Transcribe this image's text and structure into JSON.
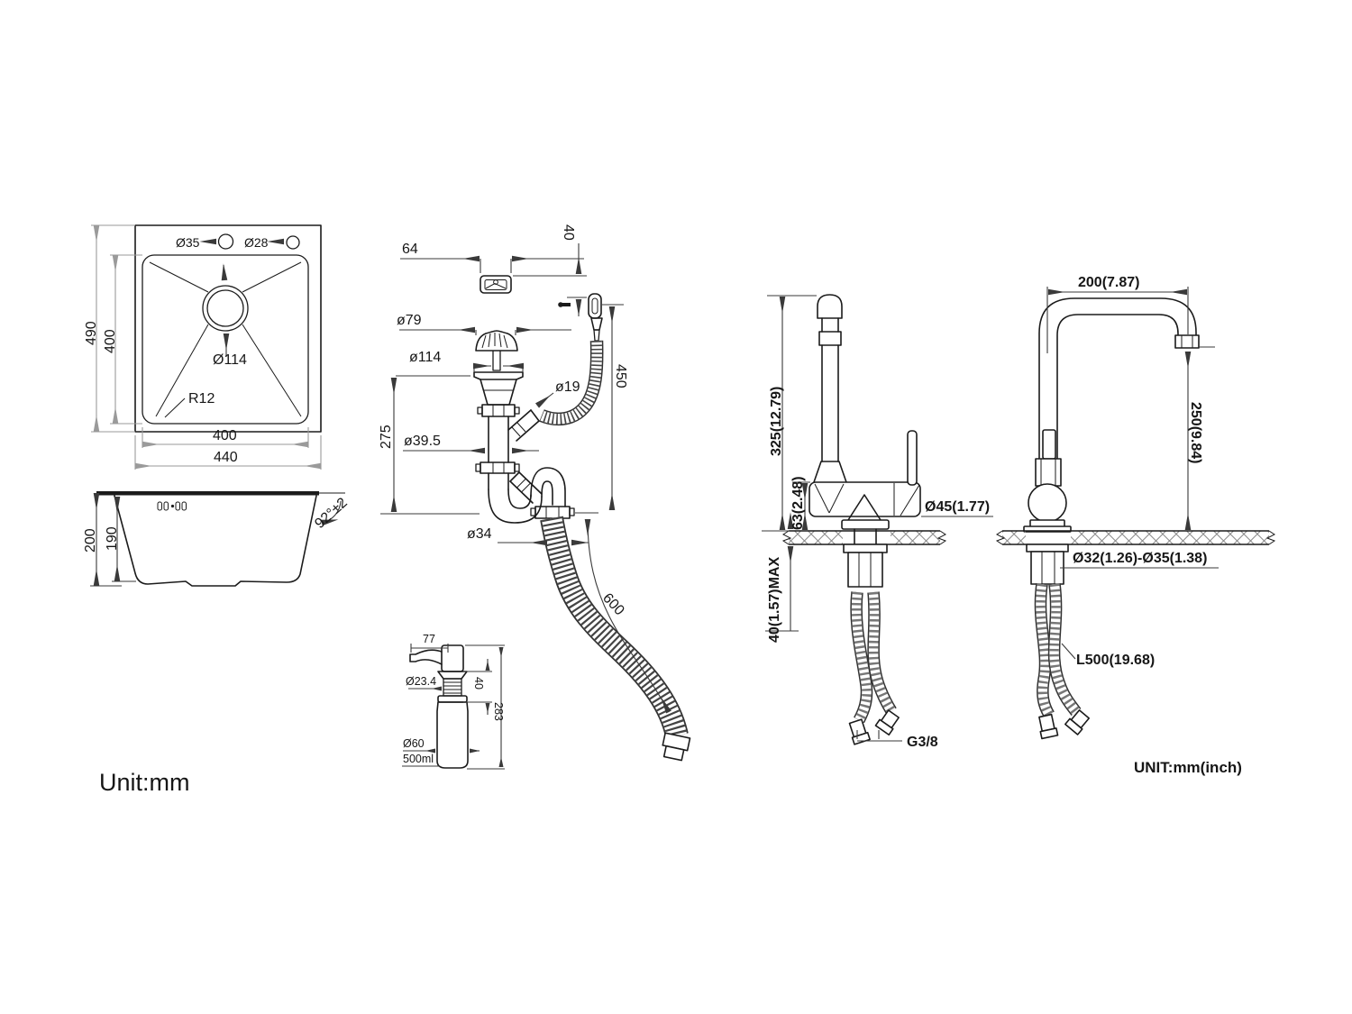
{
  "notes": {
    "left": "Unit:mm",
    "right": "UNIT:mm(inch)"
  },
  "sink_top": {
    "hole_left": "Ø35",
    "hole_right": "Ø28",
    "drain": "Ø114",
    "radius": "R12",
    "outer_h": "490",
    "inner_h": "400",
    "inner_w": "400",
    "outer_w": "440"
  },
  "sink_side": {
    "outer_d": "200",
    "inner_d": "190",
    "angle": "92°±2"
  },
  "drain": {
    "cover_w": "64",
    "cover_h": "40",
    "strainer": "ø79",
    "flange": "ø114",
    "overflow_d": "ø19",
    "overflow_len": "450",
    "height": "275",
    "pipe": "ø39.5",
    "hose_d": "ø34",
    "hose_len": "600"
  },
  "dispenser": {
    "spout": "77",
    "thread_d": "Ø23.4",
    "thread_h": "40",
    "height": "283",
    "bottle_d": "Ø60",
    "capacity": "500ml"
  },
  "faucet_side": {
    "height": "325(12.79)",
    "body": "63(2.48)",
    "base": "Ø45(1.77)",
    "deck": "40(1.57)MAX",
    "thread": "G3/8"
  },
  "faucet_front": {
    "reach": "200(7.87)",
    "spout_h": "250(9.84)",
    "hole": "Ø32(1.26)-Ø35(1.38)",
    "hose": "L500(19.68)"
  }
}
